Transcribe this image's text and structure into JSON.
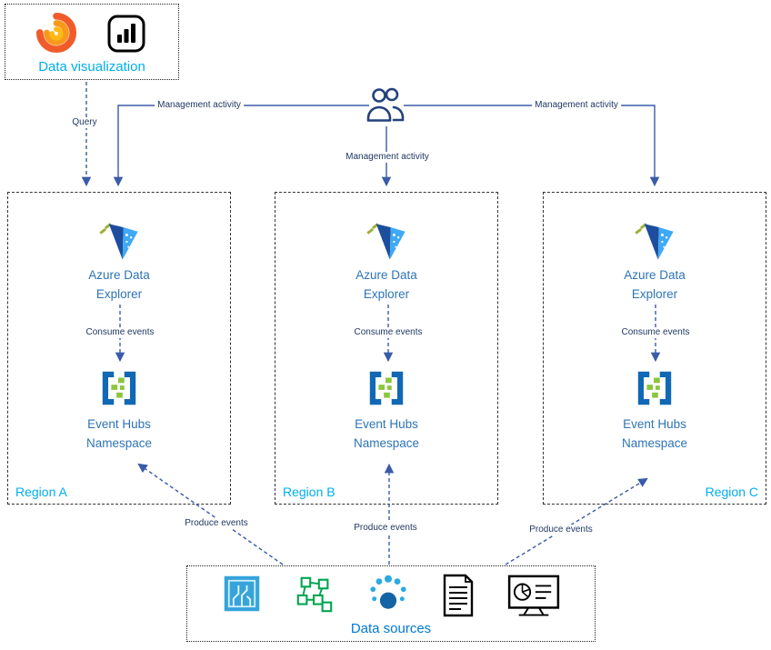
{
  "colors": {
    "header_blue": "#00AEEF",
    "data_sources_blue": "#0078D4",
    "node_label_blue": "#2E74B5",
    "edge_label_navy": "#1F3864",
    "connector_blue": "#3A5BA9",
    "event_hubs_blue": "#1168B4",
    "event_hubs_green": "#8CC63E",
    "grafana_orange": "#F15B2A"
  },
  "data_visualization": {
    "label": "Data visualization",
    "icons": [
      "grafana-icon",
      "power-bi-icon"
    ]
  },
  "users": {
    "icon": "users-icon"
  },
  "regions": [
    {
      "label": "Region A"
    },
    {
      "label": "Region B"
    },
    {
      "label": "Region C"
    }
  ],
  "nodes": {
    "azure_data_explorer": "Azure Data Explorer",
    "event_hubs_namespace": "Event Hubs Namespace"
  },
  "edges": {
    "query": "Query",
    "management_activity": "Management activity",
    "consume_events": "Consume events",
    "produce_events": "Produce events"
  },
  "data_sources": {
    "label": "Data sources",
    "icons": [
      "iot-chip-icon",
      "connected-nodes-icon",
      "dots-circle-icon",
      "document-icon",
      "monitor-chart-icon"
    ]
  }
}
